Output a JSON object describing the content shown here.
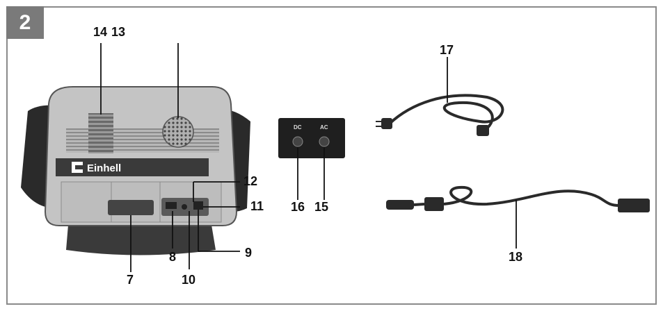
{
  "figure": {
    "number": "2",
    "brand": "Einhell",
    "socket_dc_label": "DC",
    "socket_ac_label": "AC"
  },
  "labels": {
    "l14": "14",
    "l13": "13",
    "l17": "17",
    "l12": "12",
    "l11": "11",
    "l16": "16",
    "l15": "15",
    "l9": "9",
    "l8": "8",
    "l7": "7",
    "l10": "10",
    "l18": "18"
  }
}
